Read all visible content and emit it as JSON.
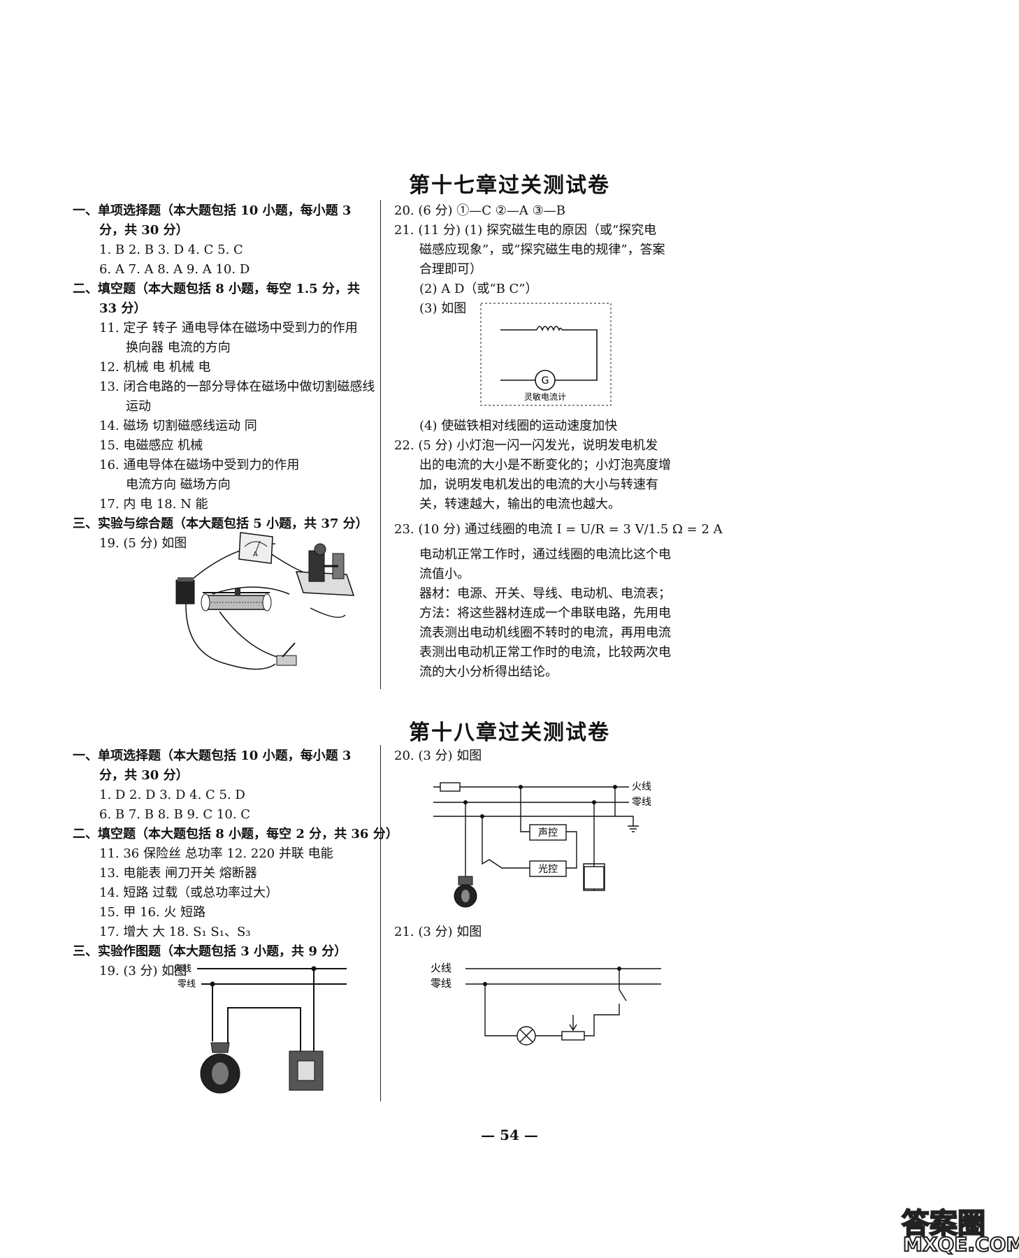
{
  "ch17": {
    "title": "第十七章过关测试卷",
    "left": [
      "一、单项选择题（本大题包括 10 小题，每小题 3",
      "分，共 30 分）",
      "1. B    2. B    3. D    4. C    5. C",
      "6. A    7. A    8. A    9. A    10. D",
      "二、填空题（本大题包括 8 小题，每空 1.5 分，共",
      "33 分）",
      "11.  定子  转子  通电导体在磁场中受到力的作用",
      "换向器  电流的方向",
      "12.  机械  电  机械  电",
      "13.  闭合电路的一部分导体在磁场中做切割磁感线",
      "运动",
      "14.  磁场  切割磁感线运动  同",
      "15.  电磁感应  机械",
      "16.  通电导体在磁场中受到力的作用",
      "电流方向  磁场方向",
      "17.  内  电  18.  N  能",
      "三、实验与综合题（本大题包括 5 小题，共 37 分）",
      "19.  (5 分) 如图"
    ],
    "right": [
      "20.  (6 分) ①—C  ②—A  ③—B",
      "21.  (11 分) (1) 探究磁生电的原因（或“探究电",
      "磁感应现象”，或“探究磁生电的规律”，答案",
      "合理即可）",
      "(2) A  D（或“B  C”）",
      "(3) 如图",
      "(4) 使磁铁相对线圈的运动速度加快",
      "22.  (5 分) 小灯泡一闪一闪发光，说明发电机发",
      "出的电流的大小是不断变化的；小灯泡亮度增",
      "加，说明发电机发出的电流的大小与转速有",
      "关，转速越大，输出的电流也越大。",
      "23.  (10 分) 通过线圈的电流 I = U/R = 3 V/1.5 Ω = 2 A",
      "电动机正常工作时，通过线圈的电流比这个电",
      "流值小。",
      "器材：电源、开关、导线、电动机、电流表；",
      "方法：将这些器材连成一个串联电路，先用电",
      "流表测出电动机线圈不转时的电流，再用电流",
      "表测出电动机正常工作时的电流，比较两次电",
      "流的大小分析得出结论。"
    ],
    "galvanometer_label": "灵敏电流计",
    "ammeter_letter": "A",
    "g_letter": "G"
  },
  "ch18": {
    "title": "第十八章过关测试卷",
    "left": [
      "一、单项选择题（本大题包括 10 小题，每小题 3",
      "分，共 30 分）",
      "1. D    2. D    3. D    4. C    5. D",
      "6. B    7. B    8. B    9. C    10. C",
      "二、填空题（本大题包括 8 小题，每空 2 分，共 36 分）",
      "11.  36  保险丝  总功率  12.  220  并联  电能",
      "13.  电能表  闸刀开关  熔断器",
      "14.  短路  过载（或总功率过大）",
      "15.  甲  16.  火  短路",
      "17.  增大  大  18.  S₁  S₁、S₃",
      "三、实验作图题（本大题包括 3 小题，共 9 分）",
      "19.  (3 分) 如图"
    ],
    "right": [
      "20.  (3 分) 如图",
      "21.  (3 分) 如图"
    ],
    "fire_wire": "火线",
    "neutral_wire": "零线",
    "sound_switch": "声控",
    "light_switch": "光控"
  },
  "page_number": "— 54 —",
  "watermark": {
    "top": "答案圈",
    "bottom": "MXQE.COM"
  }
}
